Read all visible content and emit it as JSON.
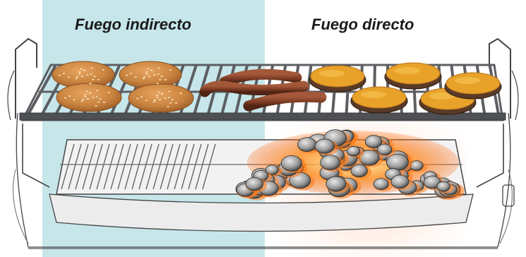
{
  "zones": {
    "indirect": {
      "label": "Fuego indirecto",
      "background": "#c6e6ea"
    },
    "direct": {
      "label": "Fuego directo",
      "background": "#ffffff"
    }
  },
  "colors": {
    "grate": "#5c5e62",
    "bun": "#c9843f",
    "sausage": "#7a3a22",
    "patty": "#5a3a26",
    "cheese": "#e8a22a",
    "coal": "#8e8e8e",
    "ember": "#ff7a1a"
  },
  "food": {
    "buns": 4,
    "sausages": 3,
    "cheeseburgers": 5
  }
}
